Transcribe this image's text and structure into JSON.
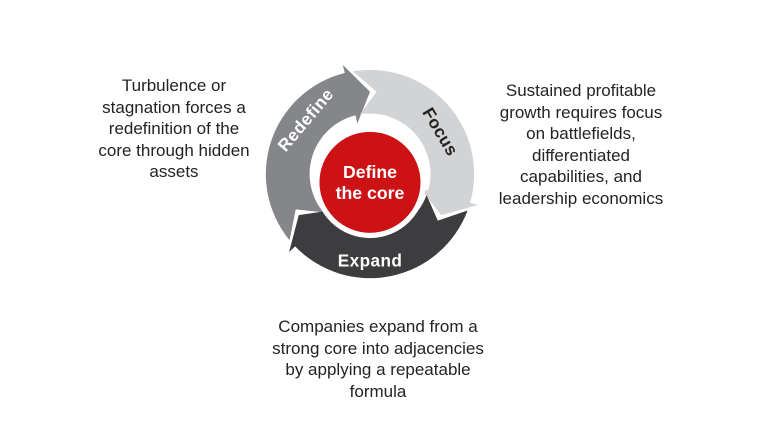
{
  "diagram": {
    "center_label_line1": "Define",
    "center_label_line2": "the core",
    "center_color": "#cd1216",
    "segments": [
      {
        "label": "Redefine",
        "color": "#85868a",
        "text_color": "#ffffff"
      },
      {
        "label": "Focus",
        "color": "#d2d3d5",
        "text_color": "#262223"
      },
      {
        "label": "Expand",
        "color": "#3d3d3f",
        "text_color": "#ffffff"
      }
    ]
  },
  "annotations": {
    "left": "Turbulence or\nstagnation forces a\nredefinition of the\ncore through hidden\nassets",
    "right": "Sustained profitable\ngrowth requires focus\non battlefields,\ndifferentiated\ncapabilities, and\nleadership economics",
    "bottom": "Companies expand from a\nstrong core into adjacencies\nby applying a repeatable\nformula"
  }
}
